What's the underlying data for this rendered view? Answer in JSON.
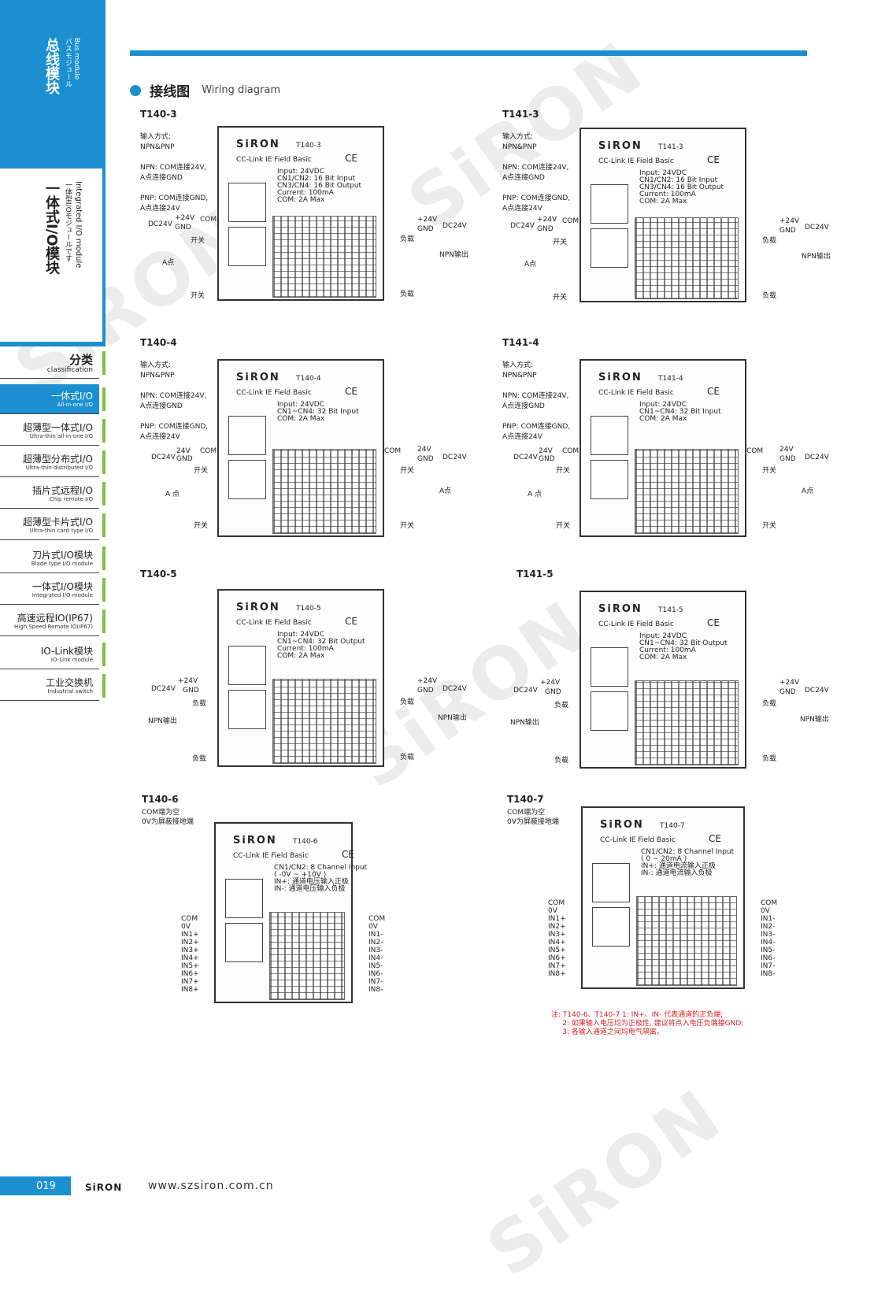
{
  "sidebar": {
    "chapter_zh": "总线模块",
    "chapter_en": "Bus module",
    "chapter_jp": "バスモジュール",
    "section_zh": "一体式I/O模块",
    "section_en": "Integrated I/O module",
    "section_jp": "一体型I/Oモジュールです",
    "classification_zh": "分类",
    "classification_en": "classification",
    "categories": [
      {
        "zh": "一体式I/O",
        "en": "All-in-one I/O",
        "active": true
      },
      {
        "zh": "超薄型一体式I/O",
        "en": "Ultra-thin all-in-one I/O"
      },
      {
        "zh": "超薄型分布式I/O",
        "en": "Ultra-thin distributed I/O"
      },
      {
        "zh": "插片式远程I/O",
        "en": "Chip remote I/O"
      },
      {
        "zh": "超薄型卡片式I/O",
        "en": "Ultra-thin card type I/O"
      },
      {
        "zh": "刀片式I/O模块",
        "en": "Blade type I/O module"
      },
      {
        "zh": "一体式I/O模块",
        "en": "Integrated I/O module"
      },
      {
        "zh": "高速远程IO(IP67)",
        "en": "High Speed Remote IO(IP67)"
      },
      {
        "zh": "IO-Link模块",
        "en": "IO-Link module"
      },
      {
        "zh": "工业交换机",
        "en": "Industrial switch"
      }
    ]
  },
  "header": {
    "title_zh": "接线图",
    "title_en": "Wiring diagram"
  },
  "common": {
    "input_mode": "输入方式:\nNPN&PNP\n\nNPN: COM连接24V,\nA点连接GND\n\nPNP: COM连接GND,\nA点连接24V",
    "brand": "SiRON",
    "network": "CC-Link IE Field Basic",
    "ce": "CE",
    "dc24v": "DC24V",
    "p24v": "+24V",
    "v24": "24V",
    "gnd": "GND",
    "com": "COM",
    "switch": "开关",
    "load": "负载",
    "point_a": "A点",
    "point_a2": "A 点",
    "npn_out": "NPN输出",
    "com_empty": "COM端为空",
    "zero_v_shield": "0V为屏蔽接地端"
  },
  "modules": {
    "t140_3": {
      "label": "T140-3",
      "spec": "Input: 24VDC\nCN1/CN2: 16 Bit Input\nCN3/CN4: 16 Bit Output\nCurrent: 100mA\nCOM: 2A Max"
    },
    "t141_3": {
      "label": "T141-3",
      "spec": "Input: 24VDC\nCN1/CN2: 16 Bit Input\nCN3/CN4: 16 Bit Output\nCurrent: 100mA\nCOM: 2A Max"
    },
    "t140_4": {
      "label": "T140-4",
      "spec": "Input: 24VDC\nCN1~CN4: 32 Bit Input\nCOM: 2A Max"
    },
    "t141_4": {
      "label": "T141-4",
      "spec": "Input: 24VDC\nCN1~CN4: 32 Bit Input\nCOM: 2A Max"
    },
    "t140_5": {
      "label": "T140-5",
      "spec": "Input: 24VDC\nCN1~CN4: 32 Bit Output\nCurrent: 100mA\nCOM: 2A Max"
    },
    "t141_5": {
      "label": "T141-5",
      "spec": "Input: 24VDC\nCN1~CN4: 32 Bit Output\nCurrent: 100mA\nCOM: 2A Max"
    },
    "t140_6": {
      "label": "T140-6",
      "spec": "CN1/CN2: 8 Channel Input\n( -0V ~ +10V )\nIN+: 通道电压输入正极\nIN-: 通道电压输入负极"
    },
    "t140_7": {
      "label": "T140-7",
      "spec": "CN1/CN2: 8 Channel Input\n( 0 ~ 20mA )\nIN+: 通道电流输入正极\nIN-: 通道电流输入负极"
    }
  },
  "analog_left": [
    "COM",
    "0V",
    "IN1+",
    "IN2+",
    "IN3+",
    "IN4+",
    "IN5+",
    "IN6+",
    "IN7+",
    "IN8+"
  ],
  "analog_right": [
    "COM",
    "0V",
    "IN1-",
    "IN2-",
    "IN3-",
    "IN4-",
    "IN5-",
    "IN6-",
    "IN7-",
    "IN8-"
  ],
  "note": "注: T140-6、T140-7 1: IN+、IN- 代表通道的正负端;\n     2: 如果输入电压均为正极性, 建议将点入电压负端接GND;\n     3: 各输入通道之间均电气隔离。",
  "footer": {
    "page": "019",
    "brand": "SiRON",
    "url": "www.szsiron.com.cn"
  },
  "colors": {
    "accent": "#1b8fd0",
    "green": "#7ec044",
    "note_red": "#d41f1f"
  }
}
